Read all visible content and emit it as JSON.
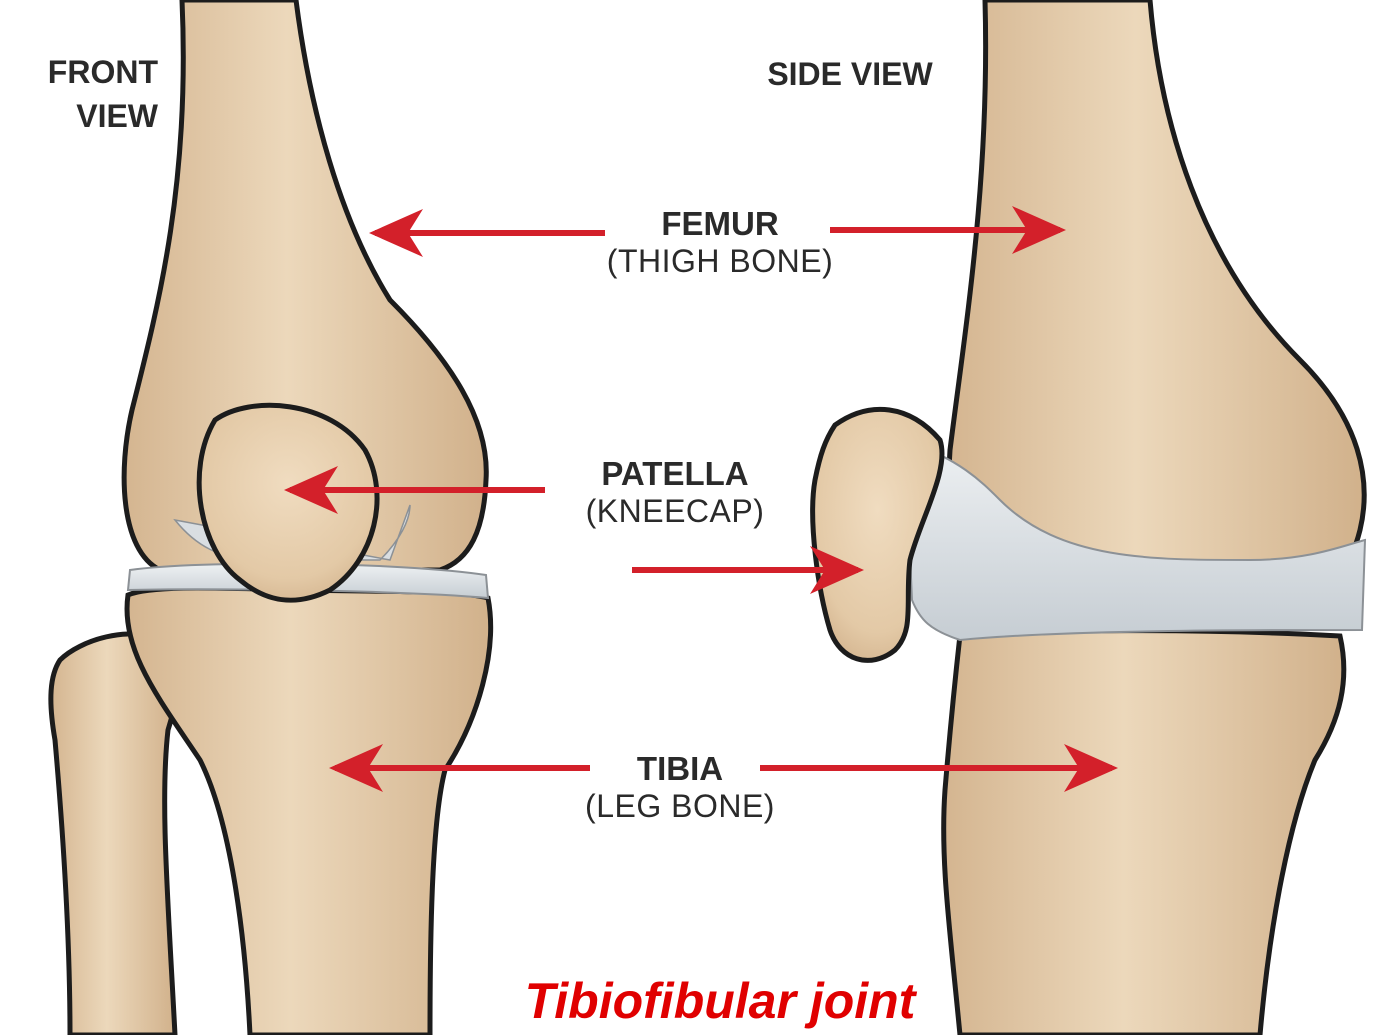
{
  "views": {
    "front": [
      "FRONT",
      "VIEW"
    ],
    "side": "SIDE VIEW"
  },
  "labels": {
    "femur": {
      "name": "FEMUR",
      "sub": "(THIGH BONE)"
    },
    "patella": {
      "name": "PATELLA",
      "sub": "(KNEECAP)"
    },
    "tibia": {
      "name": "TIBIA",
      "sub": "(LEG BONE)"
    }
  },
  "caption": "Tibiofibular joint",
  "colors": {
    "bone": "#e6cfad",
    "bone_shade": "#c9a883",
    "cartilage": "#dfe4e8",
    "outline": "#1c1c1c",
    "arrow": "#d3202a",
    "caption": "#e00000"
  }
}
